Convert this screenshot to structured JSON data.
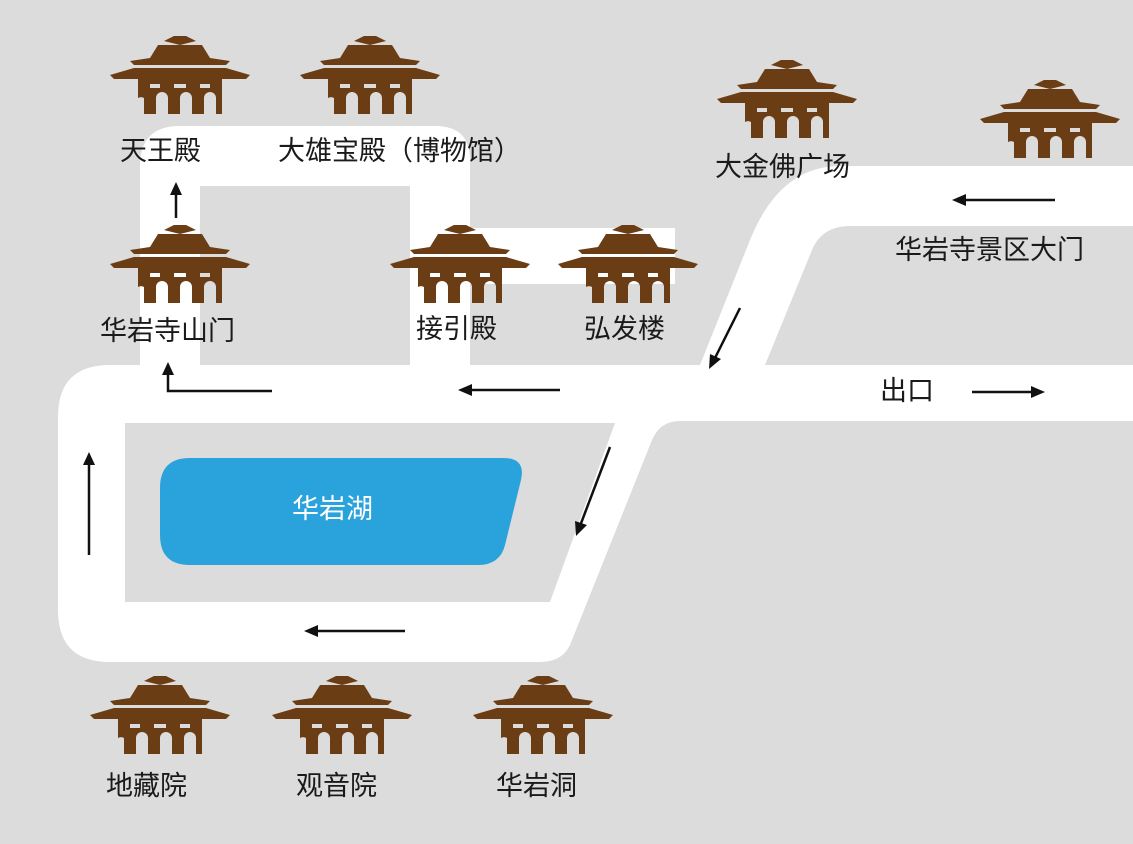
{
  "buildings": {
    "tianwang": "天王殿",
    "daxiong": "大雄宝殿（博物馆）",
    "dajinfo": "大金佛广场",
    "jingqu_gate": "华岩寺景区大门",
    "shanmen": "华岩寺山门",
    "jieyin": "接引殿",
    "hongfa": "弘发楼",
    "dizang": "地藏院",
    "guanyin": "观音院",
    "huayan_cave": "华岩洞"
  },
  "lake": "华岩湖",
  "exit": "出口",
  "colors": {
    "background": "#dcdcdc",
    "road": "#ffffff",
    "lake": "#2aa3dc",
    "building": "#6b3d14",
    "arrow": "#111111",
    "text": "#1a1a1a"
  },
  "icons": {
    "building": "temple-icon",
    "direction": "arrow-icon"
  }
}
